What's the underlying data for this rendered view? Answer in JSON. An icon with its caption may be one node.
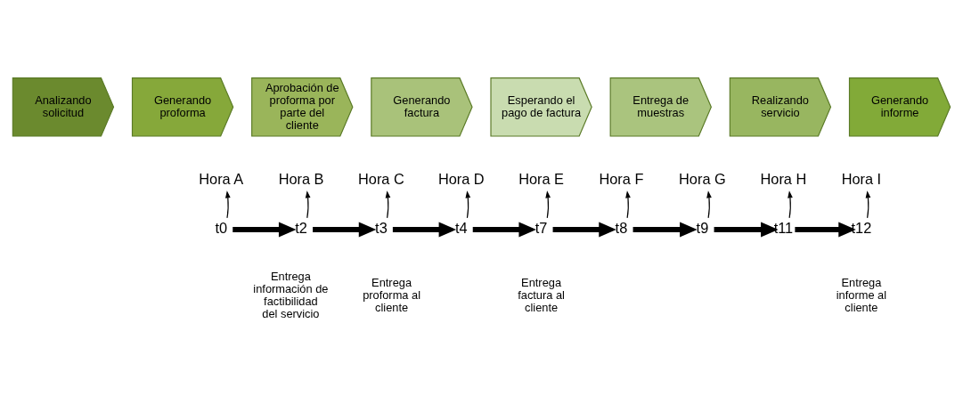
{
  "diagram": {
    "nodes": [
      {
        "text": [
          "Analizando solicitud"
        ]
      },
      {
        "text": [
          "Generando proforma"
        ]
      },
      {
        "text": [
          "Aprobación de proforma por parte del cliente"
        ]
      },
      {
        "text": [
          "Generando factura"
        ]
      },
      {
        "text": [
          "Esperando el pago de factura"
        ]
      },
      {
        "text": [
          "Entrega de muestras"
        ]
      },
      {
        "text": [
          "Realizando servicio"
        ]
      },
      {
        "text": [
          "Generando informe"
        ]
      },
      {
        "text": [
          "Hora A"
        ]
      },
      {
        "text": [
          "Hora B"
        ]
      },
      {
        "text": [
          "Hora C"
        ]
      },
      {
        "text": [
          "Hora D"
        ]
      },
      {
        "text": [
          "Hora E"
        ]
      },
      {
        "text": [
          "Hora F"
        ]
      },
      {
        "text": [
          "Hora G"
        ]
      },
      {
        "text": [
          "Hora H"
        ]
      },
      {
        "text": [
          "Hora I"
        ]
      },
      {
        "text": [
          "t0"
        ]
      },
      {
        "text": [
          "t2"
        ],
        "beside": [
          "Entrega información de factibilidad del servicio"
        ]
      },
      {
        "text": [
          "t3"
        ],
        "beside": [
          "Entrega proforma al cliente"
        ]
      },
      {
        "text": [
          "t4"
        ]
      },
      {
        "text": [
          "t7"
        ],
        "beside": [
          "Entrega factura al cliente"
        ]
      },
      {
        "text": [
          "t8"
        ]
      },
      {
        "text": [
          "t9"
        ]
      },
      {
        "text": [
          "t11"
        ]
      },
      {
        "text": [
          "t12"
        ],
        "beside": [
          "Entrega informe al cliente"
        ]
      }
    ],
    "edges": [
      {
        "from": 17,
        "to": 8,
        "arrow": "to"
      },
      {
        "from": 18,
        "to": 9,
        "arrow": "to"
      },
      {
        "from": 19,
        "to": 10,
        "arrow": "to"
      },
      {
        "from": 20,
        "to": 11,
        "arrow": "to"
      },
      {
        "from": 21,
        "to": 12,
        "arrow": "to"
      },
      {
        "from": 22,
        "to": 13,
        "arrow": "to"
      },
      {
        "from": 23,
        "to": 14,
        "arrow": "to"
      },
      {
        "from": 24,
        "to": 15,
        "arrow": "to"
      },
      {
        "from": 25,
        "to": 16,
        "arrow": "to"
      },
      {
        "from": 17,
        "to": 18,
        "arrow": "to",
        "style": "thick"
      },
      {
        "from": 18,
        "to": 19,
        "arrow": "to",
        "style": "thick"
      },
      {
        "from": 19,
        "to": 20,
        "arrow": "to",
        "style": "thick"
      },
      {
        "from": 20,
        "to": 21,
        "arrow": "to",
        "style": "thick"
      },
      {
        "from": 21,
        "to": 22,
        "arrow": "to",
        "style": "thick"
      },
      {
        "from": 22,
        "to": 23,
        "arrow": "to",
        "style": "thick"
      },
      {
        "from": 23,
        "to": 24,
        "arrow": "to",
        "style": "thick"
      },
      {
        "from": 24,
        "to": 25,
        "arrow": "to",
        "style": "thick"
      }
    ]
  }
}
